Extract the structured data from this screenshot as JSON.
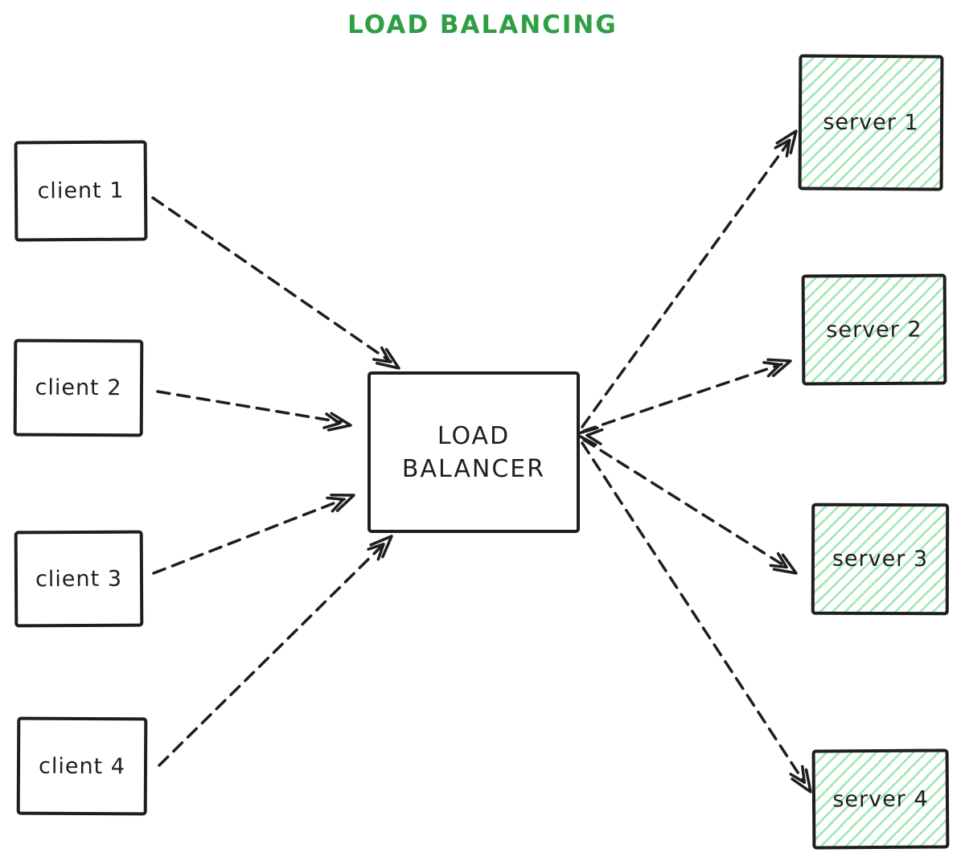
{
  "title": "LOAD BALANCING",
  "colors": {
    "stroke": "#1e1e1e",
    "title_green": "#2f9e44",
    "hatch_green": "#9ce8ae",
    "bg": "#ffffff"
  },
  "nodes": {
    "clients": [
      {
        "label": "client 1"
      },
      {
        "label": "client 2"
      },
      {
        "label": "client 3"
      },
      {
        "label": "client 4"
      }
    ],
    "load_balancer": {
      "line1": "LOAD",
      "line2": "BALANCER"
    },
    "servers": [
      {
        "label": "server 1"
      },
      {
        "label": "server 2"
      },
      {
        "label": "server 3"
      },
      {
        "label": "server 4"
      }
    ]
  },
  "edges": [
    {
      "from": "client 1",
      "to": "load balancer",
      "style": "dashed-arrow"
    },
    {
      "from": "client 2",
      "to": "load balancer",
      "style": "dashed-arrow"
    },
    {
      "from": "client 3",
      "to": "load balancer",
      "style": "dashed-arrow"
    },
    {
      "from": "client 4",
      "to": "load balancer",
      "style": "dashed-arrow"
    },
    {
      "from": "load balancer",
      "to": "server 1",
      "style": "dashed-arrow"
    },
    {
      "from": "load balancer",
      "to": "server 2",
      "style": "dashed-arrow"
    },
    {
      "from": "load balancer",
      "to": "server 3",
      "style": "dashed-arrow"
    },
    {
      "from": "load balancer",
      "to": "server 4",
      "style": "dashed-arrow"
    },
    {
      "from": "servers",
      "to": "load balancer",
      "style": "arrowhead-only"
    }
  ]
}
